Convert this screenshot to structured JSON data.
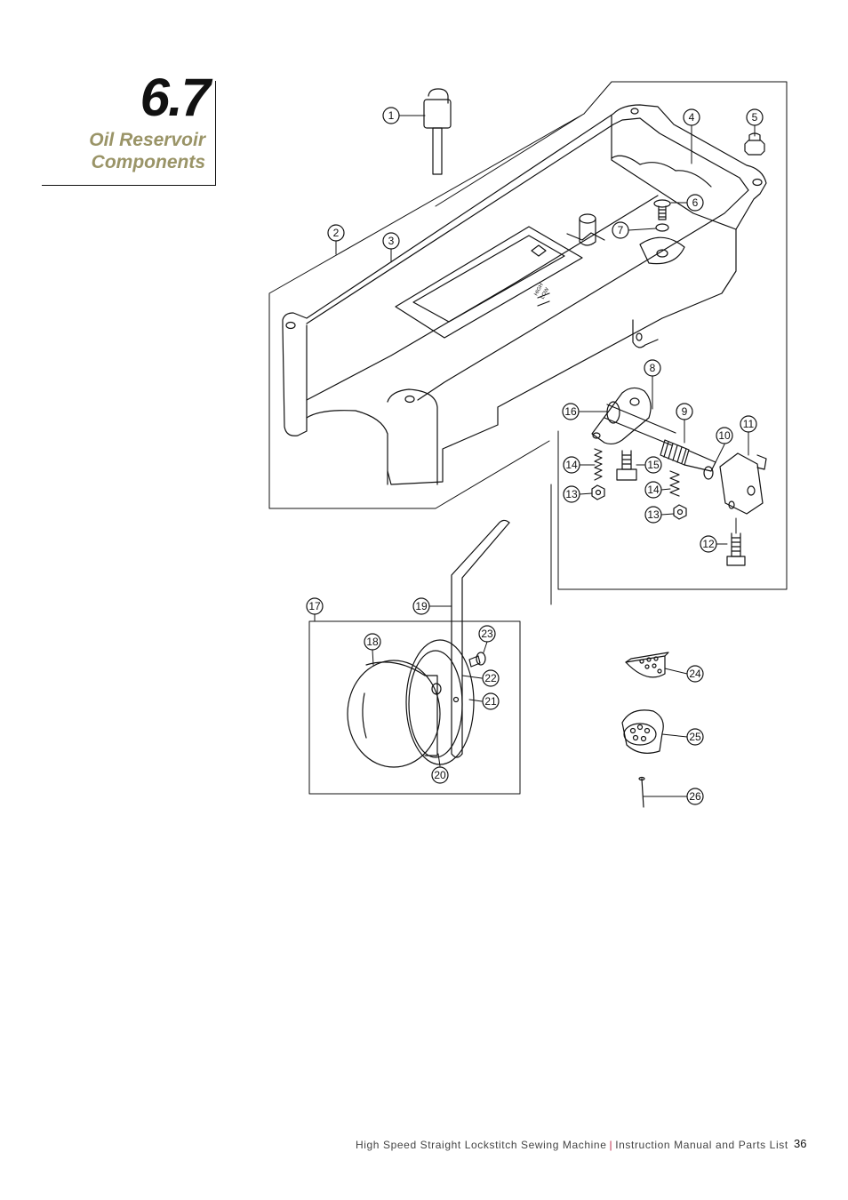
{
  "section": {
    "number": "6.7",
    "title_line1": "Oil Reservoir",
    "title_line2": "Components"
  },
  "diagram": {
    "part_labels": [
      "1",
      "2",
      "3",
      "4",
      "5",
      "6",
      "7",
      "8",
      "9",
      "10",
      "11",
      "12",
      "13",
      "13",
      "14",
      "14",
      "15",
      "16",
      "17",
      "18",
      "19",
      "20",
      "21",
      "22",
      "23",
      "24",
      "25",
      "26"
    ],
    "pan_gauge_text": [
      "HIGH",
      "LOW"
    ]
  },
  "footer": {
    "machine": "High Speed Straight Lockstitch Sewing Machine",
    "separator": "|",
    "manual": "Instruction Manual and Parts List",
    "page": "36"
  },
  "colors": {
    "title_accent": "#9a9467",
    "separator": "#c0284a"
  }
}
